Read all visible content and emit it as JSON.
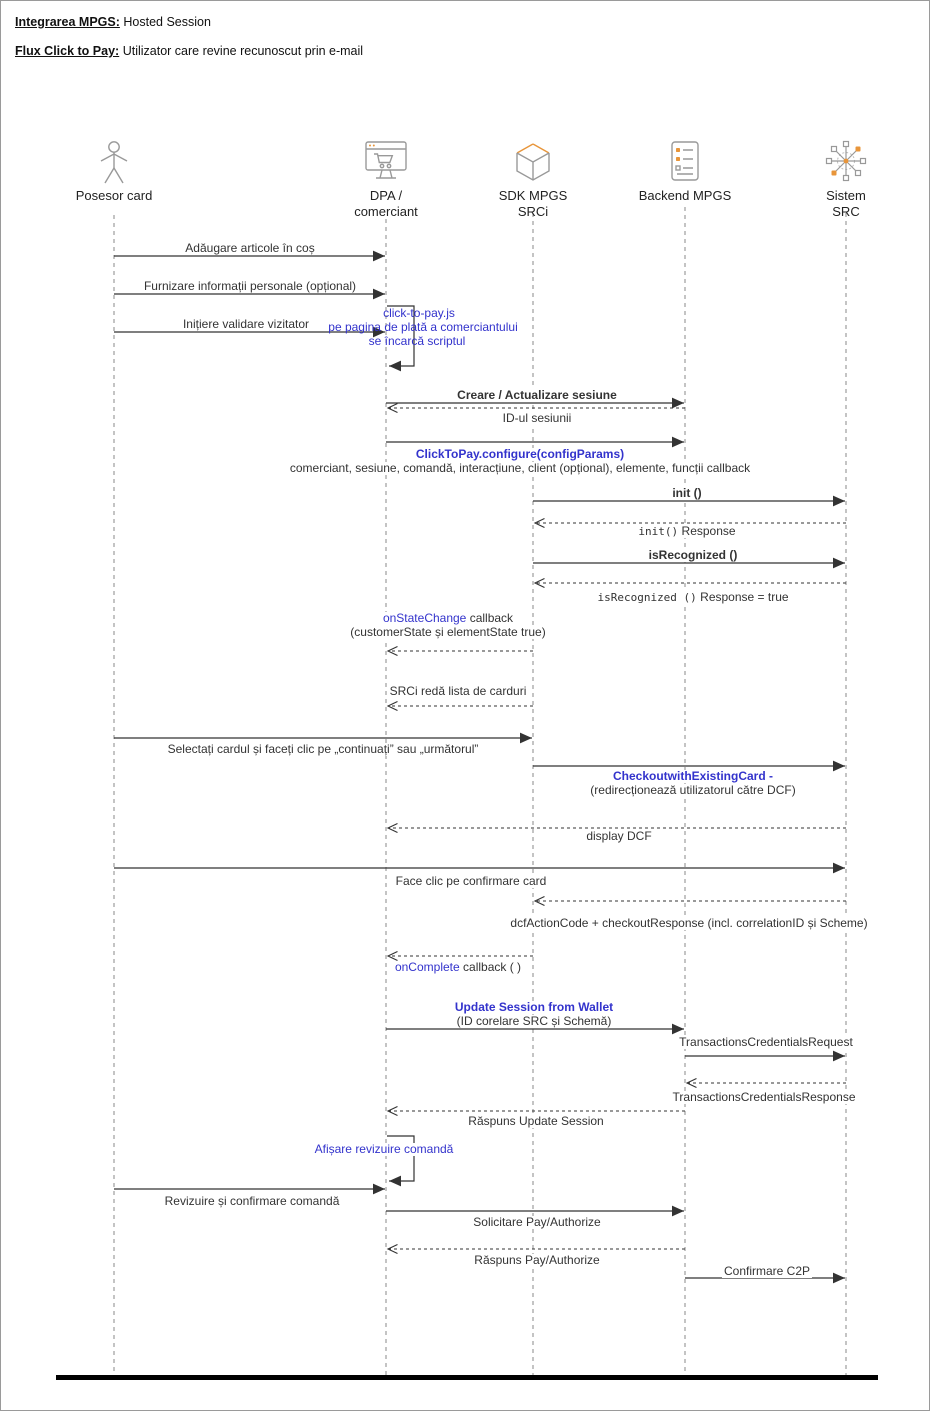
{
  "title": {
    "line1_label": "Integrarea MPGS:",
    "line1_text": "Hosted Session",
    "line2_label": "Flux Click to Pay:",
    "line2_text": "Utilizator care revine recunoscut prin e-mail"
  },
  "actors": [
    {
      "icon": "person-icon",
      "lines": [
        "Posesor card"
      ]
    },
    {
      "icon": "monitor-cart-icon",
      "lines": [
        "DPA /",
        "comerciant"
      ]
    },
    {
      "icon": "cube-icon",
      "lines": [
        "SDK MPGS",
        "SRCi"
      ]
    },
    {
      "icon": "form-icon",
      "lines": [
        "Backend MPGS"
      ]
    },
    {
      "icon": "network-icon",
      "lines": [
        "Sistem",
        "SRC"
      ]
    }
  ],
  "script_note": {
    "line1": "click-to-pay.js",
    "line2": "pe pagina de plată a comerciantului",
    "line3": "se încarcă scriptul"
  },
  "messages": [
    {
      "label": "Adăugare articole în coș"
    },
    {
      "label": "Furnizare informații personale (opțional)"
    },
    {
      "label": "Inițiere validare vizitator"
    },
    {
      "label": "Creare / Actualizare sesiune"
    },
    {
      "label": "ID-ul sesiunii"
    },
    {
      "title": "ClickToPay.configure(configParams)",
      "detail": "comerciant, sesiune, comandă, interacțiune, client (opțional), elemente, funcții callback"
    },
    {
      "label": "init ()"
    },
    {
      "mono": "init()",
      "rest": "Response"
    },
    {
      "label": "isRecognized ()"
    },
    {
      "mono": "isRecognized ()",
      "rest": "Response = true"
    },
    {
      "blue": "onStateChange",
      "rest": "callback",
      "detail": "(customerState și elementState true)"
    },
    {
      "label": "SRCi redă lista de carduri"
    },
    {
      "label": "Selectați cardul și faceți clic pe „continuați” sau „următorul”"
    },
    {
      "title": "CheckoutwithExistingCard -",
      "detail": "(redirecționează utilizatorul către DCF)"
    },
    {
      "label": "display DCF"
    },
    {
      "label": "Face clic pe confirmare card"
    },
    {
      "label": "dcfActionCode + checkoutResponse (incl. correlationID și Scheme)"
    },
    {
      "blue": "onComplete",
      "rest": "callback ( )"
    },
    {
      "title": "Update Session from Wallet",
      "detail": "(ID corelare SRC și Schemă)"
    },
    {
      "label": "TransactionsCredentialsRequest"
    },
    {
      "label": "TransactionsCredentialsResponse"
    },
    {
      "label": "Răspuns Update Session"
    },
    {
      "label": "Afișare revizuire comandă"
    },
    {
      "label": "Revizuire și confirmare comandă"
    },
    {
      "label": "Solicitare Pay/Authorize"
    },
    {
      "label": "Răspuns Pay/Authorize"
    },
    {
      "label": "Confirmare C2P"
    }
  ],
  "colors": {
    "accent_blue": "#3333cc",
    "icon_gray": "#999999",
    "icon_orange": "#e8953a",
    "line": "#333333"
  }
}
